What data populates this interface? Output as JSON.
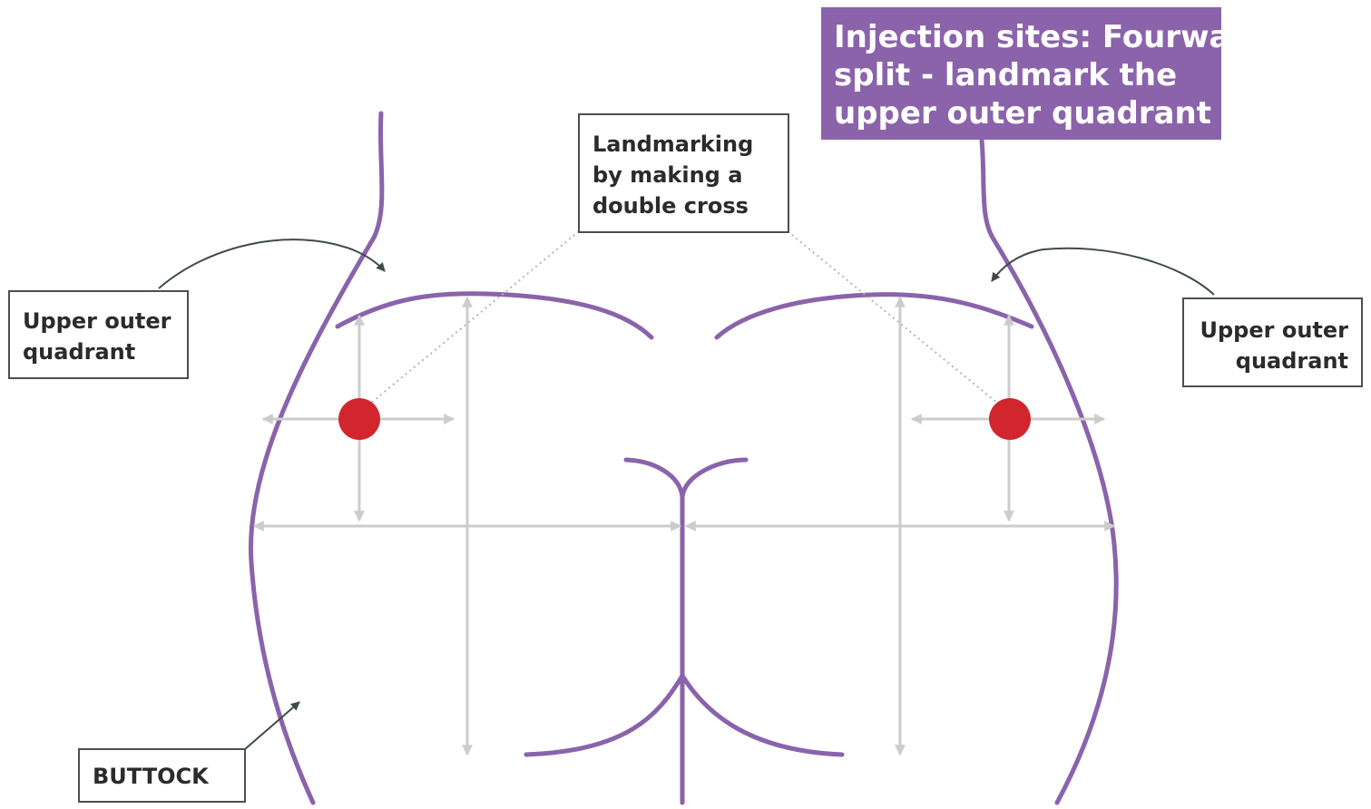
{
  "title": {
    "lines": [
      "Injection sites: Fourway",
      "split - landmark the",
      "upper outer quadrant"
    ]
  },
  "labels": {
    "landmarking": [
      "Landmarking",
      "by making a",
      "double cross"
    ],
    "upper_outer_left": [
      "Upper outer",
      "quadrant"
    ],
    "upper_outer_right": [
      "Upper outer",
      "quadrant"
    ],
    "buttock": "BUTTOCK"
  },
  "colors": {
    "body_outline": "#8a63ab",
    "title_background": "#8a63ab",
    "guide_arrows": "#cccccc",
    "injection_site": "#d1262e",
    "pointer_arrows": "#3f4a4a",
    "dotted_leaders": "#b5b5b5"
  }
}
